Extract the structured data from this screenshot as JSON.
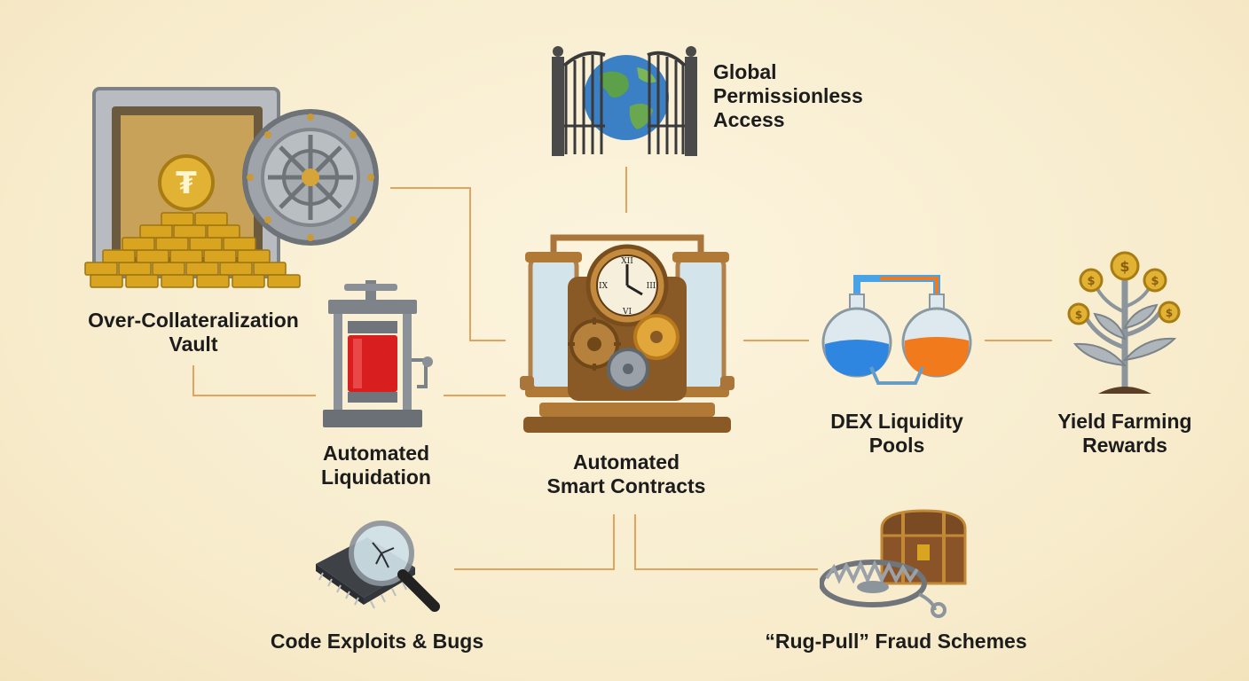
{
  "diagram": {
    "center": {
      "id": "smart-contracts",
      "label_lines": [
        "Automated",
        "Smart Contracts"
      ],
      "icon": "steampunk-clockwork-machine-icon"
    },
    "nodes": [
      {
        "id": "global-access",
        "label_lines": [
          "Global",
          "Permissionless",
          "Access"
        ],
        "icon": "globe-gate-icon"
      },
      {
        "id": "vault",
        "label_lines": [
          "Over-Collateralization",
          "Vault"
        ],
        "icon": "bank-vault-icon"
      },
      {
        "id": "liquidation",
        "label_lines": [
          "Automated",
          "Liquidation"
        ],
        "icon": "hydraulic-press-icon"
      },
      {
        "id": "dex",
        "label_lines": [
          "DEX Liquidity",
          "Pools"
        ],
        "icon": "connected-flasks-icon"
      },
      {
        "id": "yield",
        "label_lines": [
          "Yield Farming",
          "Rewards"
        ],
        "icon": "money-tree-icon"
      },
      {
        "id": "exploits",
        "label_lines": [
          "Code Exploits & Bugs"
        ],
        "icon": "cracked-chip-magnifier-icon"
      },
      {
        "id": "rugpull",
        "label_lines": [
          "“Rug-Pull” Fraud Schemes"
        ],
        "icon": "treasure-chest-trap-icon"
      }
    ],
    "edges": [
      {
        "from": "smart-contracts",
        "to": "global-access"
      },
      {
        "from": "smart-contracts",
        "to": "vault"
      },
      {
        "from": "smart-contracts",
        "to": "liquidation"
      },
      {
        "from": "smart-contracts",
        "to": "dex"
      },
      {
        "from": "dex",
        "to": "yield"
      },
      {
        "from": "smart-contracts",
        "to": "exploits"
      },
      {
        "from": "smart-contracts",
        "to": "rugpull"
      }
    ],
    "colors": {
      "background": "#f8edd0",
      "connector": "#e2a45c",
      "text": "#1c1c1c",
      "gold": "#d9a521",
      "brass": "#b07a36",
      "steel": "#9aa1a8",
      "liquid_blue": "#2f86e0",
      "liquid_orange": "#f07a1c",
      "piston_red": "#d81e1e"
    }
  }
}
